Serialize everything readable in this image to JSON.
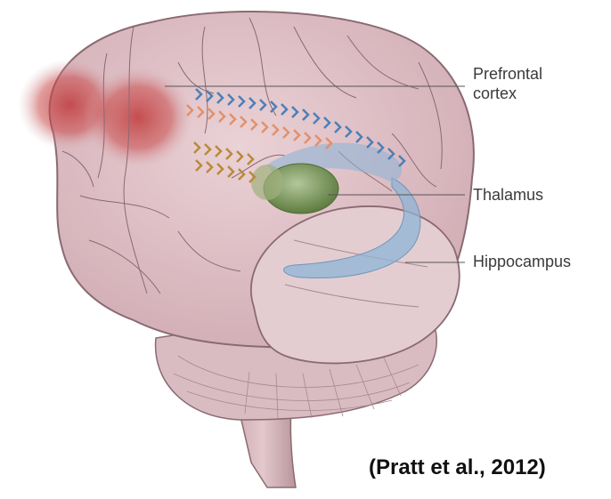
{
  "labels": {
    "prefrontal_line1": "Prefrontal",
    "prefrontal_line2": "cortex",
    "thalamus": "Thalamus",
    "hippocampus": "Hippocampus"
  },
  "citation": "(Pratt et al., 2012)",
  "colors": {
    "brain_fill": "#d8b6bd",
    "brain_stroke": "#8a6a72",
    "prefrontal_highlight": "#c0393b",
    "thalamus": "#7d9a5a",
    "hippocampus": "#8fb4d6",
    "arrow_blue": "#4d7fb8",
    "arrow_orange": "#e3906a",
    "arrow_tan": "#b98a3a"
  }
}
